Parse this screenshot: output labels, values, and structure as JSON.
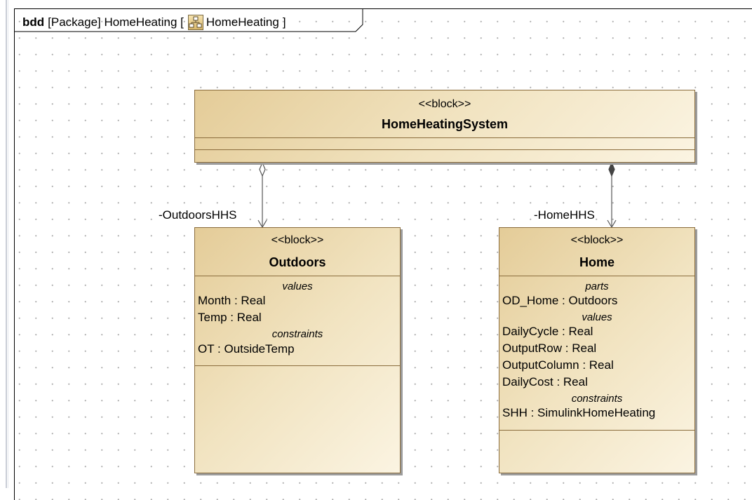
{
  "diagram": {
    "kind": "bdd",
    "header": "[Package] HomeHeating [",
    "header_name": "HomeHeating",
    "header_close": "]"
  },
  "system": {
    "stereotype": "<<block>>",
    "name": "HomeHeatingSystem"
  },
  "outdoors": {
    "stereotype": "<<block>>",
    "name": "Outdoors",
    "values_label": "values",
    "values": [
      "Month : Real",
      "Temp : Real"
    ],
    "constraints_label": "constraints",
    "constraints": [
      "OT : OutsideTemp"
    ]
  },
  "home": {
    "stereotype": "<<block>>",
    "name": "Home",
    "parts_label": "parts",
    "parts": [
      "OD_Home : Outdoors"
    ],
    "values_label": "values",
    "values": [
      "DailyCycle : Real",
      "OutputRow : Real",
      "OutputColumn : Real",
      "DailyCost : Real"
    ],
    "constraints_label": "constraints",
    "constraints": [
      "SHH : SimulinkHomeHeating"
    ]
  },
  "associations": {
    "outdoors_role": "-OutdoorsHHS",
    "outdoors_kind": "shared aggregation",
    "home_role": "-HomeHHS",
    "home_kind": "composition"
  }
}
